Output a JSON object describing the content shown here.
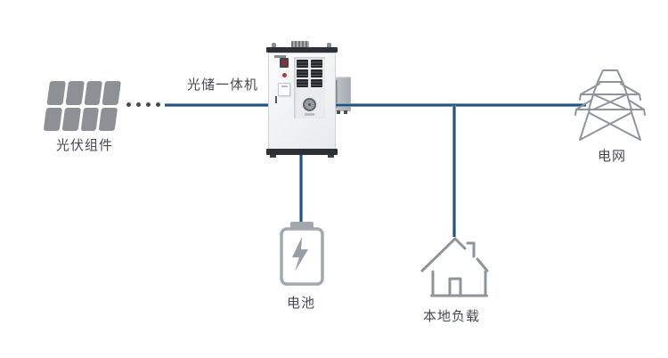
{
  "diagram": {
    "inverter_label": "光储一体机",
    "nodes": {
      "pv": {
        "label": "光伏组件"
      },
      "battery": {
        "label": "电池"
      },
      "load": {
        "label": "本地负载"
      },
      "grid": {
        "label": "电网"
      }
    }
  },
  "colors": {
    "line": "#27527e",
    "line_halo": "#b6cee1",
    "icon_gray": "#8f949a",
    "panel_cell": "#8d9196",
    "text": "#45494e",
    "cabinet_dark": "#2d3136",
    "cabinet_body": "#f2f4f6",
    "vent_dark": "#23272c",
    "button_red": "#b23a31",
    "screen_red": "#84333c",
    "side_box": "#b3b8be",
    "dots": "#474c52",
    "battery_gray": "#a3a8ad"
  }
}
